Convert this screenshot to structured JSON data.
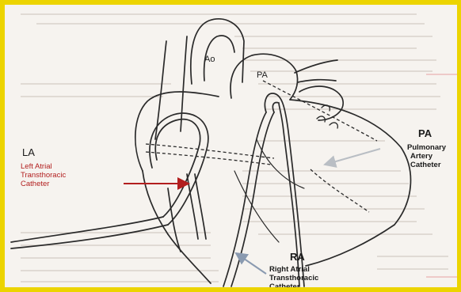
{
  "diagram": {
    "anatomy_labels": {
      "aorta": "Ao",
      "pulmonary_artery": "PA"
    },
    "callouts": {
      "left_atrial": {
        "abbrev": "LA",
        "lines": [
          "Left Atrial",
          "Transthoracic",
          "Catheter"
        ]
      },
      "pulmonary_artery": {
        "abbrev": "PA",
        "lines": [
          "Pulmonary",
          "Artery",
          "Catheter"
        ]
      },
      "right_atrial": {
        "abbrev": "RA",
        "lines": [
          "Right Atrial",
          "Transthoracic",
          "Catheter"
        ]
      }
    },
    "colors": {
      "frame_border": "#ecd400",
      "background": "#f6f3ef",
      "heart_line": "#2a2a2a",
      "la_label": "#b21e1e",
      "la_arrow": "#b21e1e",
      "pa_arrow": "#b9bec4",
      "ra_arrow": "#8a9ab0"
    }
  }
}
